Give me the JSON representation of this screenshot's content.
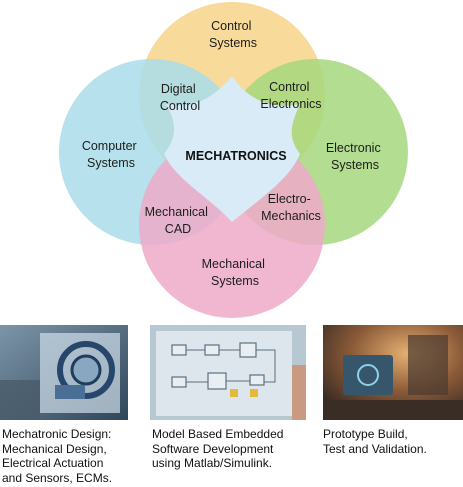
{
  "diagram": {
    "circles": [
      {
        "id": "control",
        "lines": [
          "Control",
          "Systems"
        ],
        "color": "#f7d488"
      },
      {
        "id": "computer",
        "lines": [
          "Computer",
          "Systems"
        ],
        "color": "#a9dcea"
      },
      {
        "id": "electronic",
        "lines": [
          "Electronic",
          "Systems"
        ],
        "color": "#a6d77e"
      },
      {
        "id": "mechanical",
        "lines": [
          "Mechanical",
          "Systems"
        ],
        "color": "#eeaac9"
      }
    ],
    "overlaps": [
      {
        "id": "digital-control",
        "lines": [
          "Digital",
          "Control"
        ],
        "color": "#e5d98e"
      },
      {
        "id": "control-electronics",
        "lines": [
          "Control",
          "Electronics"
        ],
        "color": "#e8e070"
      },
      {
        "id": "mechanical-cad",
        "lines": [
          "Mechanical",
          "CAD"
        ],
        "color": "#d7a9c6"
      },
      {
        "id": "electro-mechanics",
        "lines": [
          "Electro-",
          "Mechanics"
        ],
        "color": "#ddb6c9"
      }
    ],
    "center": {
      "label": "MECHATRONICS",
      "color": "#d8ebf7"
    }
  },
  "panels": [
    {
      "id": "design",
      "caption": [
        "Mechatronic Design:",
        "Mechanical Design,",
        "Electrical Actuation",
        "and Sensors, ECMs."
      ],
      "image": "cad-engineering-photo"
    },
    {
      "id": "software",
      "caption": [
        "Model Based Embedded",
        "Software Development",
        "using Matlab/Simulink."
      ],
      "image": "simulink-model-photo"
    },
    {
      "id": "prototype",
      "caption": [
        "Prototype Build,",
        "Test and Validation."
      ],
      "image": "workshop-testing-photo"
    }
  ]
}
